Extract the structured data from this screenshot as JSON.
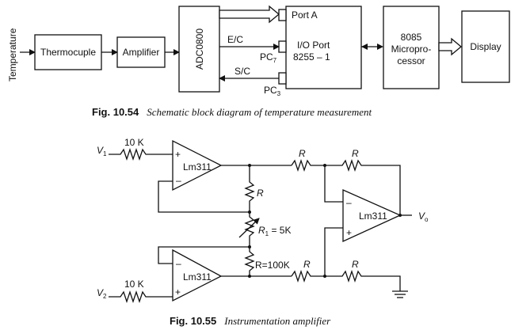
{
  "fig1": {
    "input_label": "Temperature",
    "blocks": {
      "thermocouple": "Thermocuple",
      "amplifier": "Amplifier",
      "adc": "ADC0800",
      "io_port_a": "Port A",
      "io_port_line1": "I/O Port",
      "io_port_line2": "8255 – 1",
      "mpu_line1": "8085",
      "mpu_line2": "Micropro-",
      "mpu_line3": "cessor",
      "display": "Display"
    },
    "signals": {
      "ec": "E/C",
      "pc7": "PC",
      "pc7_sub": "7",
      "sc": "S/C",
      "pc3": "PC",
      "pc3_sub": "3"
    },
    "caption_num": "Fig. 10.54",
    "caption_text": "Schematic block diagram of temperature measurement"
  },
  "fig2": {
    "v1": "V",
    "v1_sub": "1",
    "v2": "V",
    "v2_sub": "2",
    "vo": "V",
    "vo_sub": "o",
    "r_in_top": "10 K",
    "r_in_bottom": "10 K",
    "opamp_top": "Lm311",
    "opamp_bottom": "Lm311",
    "opamp_out": "Lm311",
    "r_labels": [
      "R",
      "R",
      "R",
      "R",
      "R"
    ],
    "r1_label": "R",
    "r1_sub": "1",
    "r1_value": " = 5K",
    "r100k": "R=100K",
    "plus": "+",
    "minus": "–",
    "caption_num": "Fig. 10.55",
    "caption_text": "Instrumentation amplifier"
  }
}
